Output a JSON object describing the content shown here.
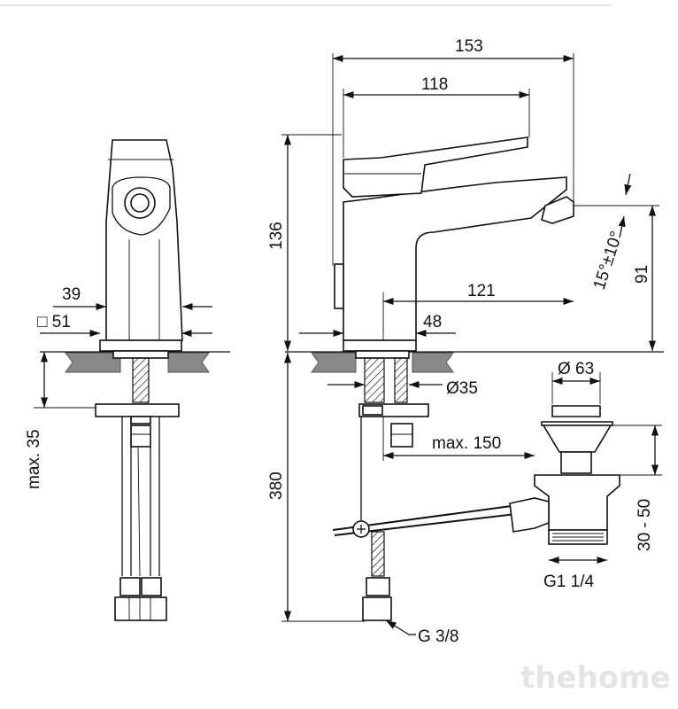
{
  "dimensions": {
    "d153": "153",
    "d118": "118",
    "d136": "136",
    "d121": "121",
    "d48": "48",
    "d91": "91",
    "angle": "15°±10°",
    "d380": "380",
    "d35dia": "Ø35",
    "max150": "max. 150",
    "d63": "Ø 63",
    "range3050": "30 - 50",
    "g114": "G1 1/4",
    "g38": "G 3/8",
    "d39": "39",
    "d51": "□ 51",
    "max35": "max. 35"
  },
  "watermark": "thehome"
}
